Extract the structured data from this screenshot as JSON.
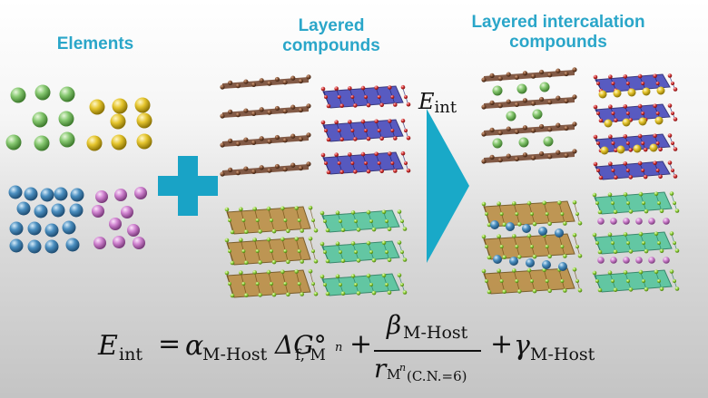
{
  "headings": {
    "elements": "Elements",
    "layered_line1": "Layered",
    "layered_line2": "compounds",
    "intercalation_line1": "Layered intercalation",
    "intercalation_line2": "compounds"
  },
  "arrow_label": {
    "symbol": "E",
    "subscript": "int"
  },
  "equation": {
    "lhs_symbol": "E",
    "lhs_sub": "int",
    "equals": "=",
    "alpha": "α",
    "alpha_sub": "M-Host",
    "delta_g": "ΔG°",
    "delta_g_sub": "f, M",
    "delta_g_sup": "n",
    "plus1": "+",
    "beta": "β",
    "beta_sub": "M-Host",
    "r": "r",
    "r_sub": "M",
    "r_sub_sup": "n",
    "r_sub2": "(C.N.=6)",
    "plus2": "+",
    "gamma": "γ",
    "gamma_sub": "M-Host"
  },
  "colors": {
    "heading": "#2aa6c9",
    "plus_sign": "#19a3c6",
    "arrow": "#19a9c8",
    "atom_green": "#7ec36a",
    "atom_yellow": "#e0c22a",
    "atom_blue": "#3f86b8",
    "atom_pink": "#c97ac8",
    "graphene": "#7a4a2e",
    "octa_blue": "#3d40b8",
    "octa_tan": "#b98a3c",
    "octa_green": "#4fc49a"
  }
}
